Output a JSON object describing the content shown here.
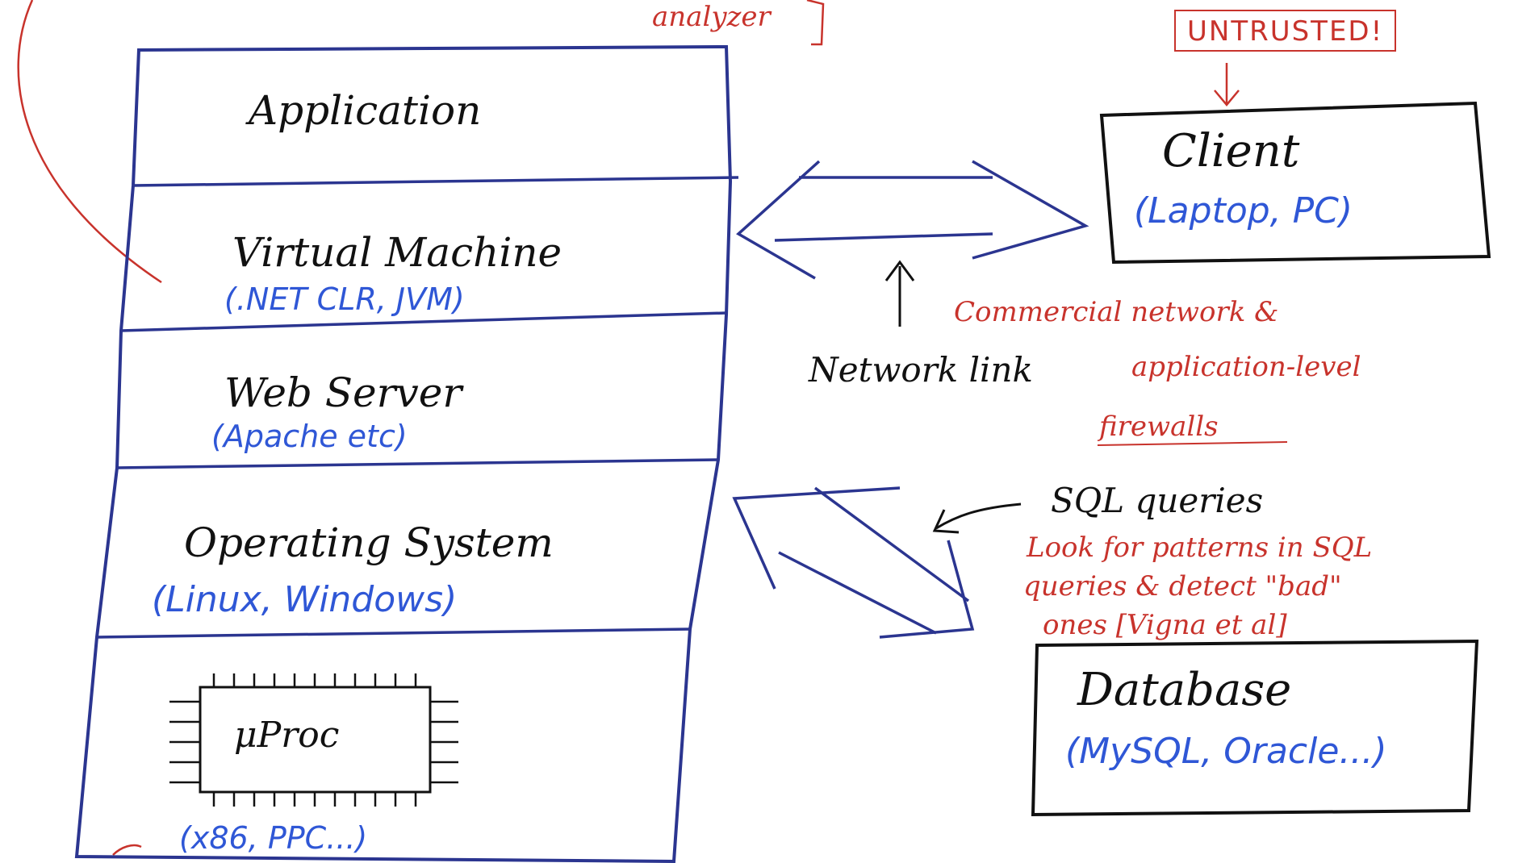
{
  "top_note": {
    "analyzer": "analyzer",
    "untrusted": "UNTRUSTED!"
  },
  "stack": {
    "application": {
      "label": "Application"
    },
    "virtual_machine": {
      "label": "Virtual Machine",
      "examples": "(.NET CLR, JVM)"
    },
    "web_server": {
      "label": "Web Server",
      "examples": "(Apache etc)"
    },
    "operating_system": {
      "label": "Operating System",
      "examples": "(Linux, Windows)"
    },
    "processor": {
      "label": "μProc",
      "examples": "(x86, PPC...)"
    }
  },
  "client": {
    "label": "Client",
    "examples": "(Laptop, PC)"
  },
  "database": {
    "label": "Database",
    "examples": "(MySQL, Oracle...)"
  },
  "network_link": {
    "label": "Network link",
    "firewall_note_line1": "Commercial network &",
    "firewall_note_line2": "application-level",
    "firewall_note_line3": "firewalls"
  },
  "sql": {
    "label": "SQL queries",
    "note_line1": "Look for patterns in SQL",
    "note_line2": "queries & detect \"bad\"",
    "note_line3": "ones [Vigna et al]"
  },
  "colors": {
    "ink_black": "#111111",
    "ink_blue": "#2f57d6",
    "ink_red": "#c8332c",
    "ink_navy": "#2b3590"
  }
}
